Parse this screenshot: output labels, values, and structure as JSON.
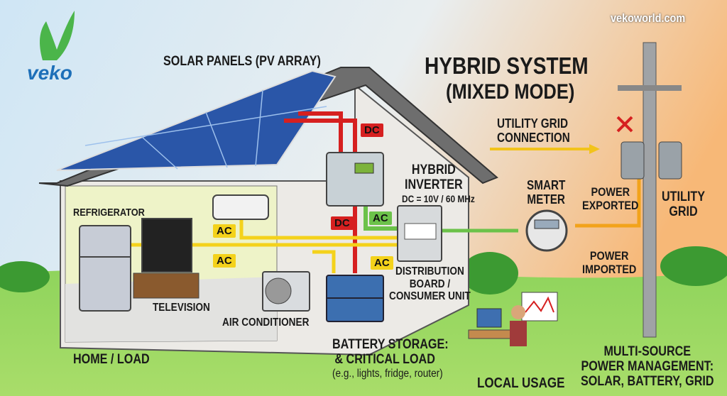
{
  "brand": {
    "logo_text": "veko",
    "website": "vekoworld.com"
  },
  "title": {
    "line1": "HYBRID SYSTEM",
    "line2": "(MIXED MODE)"
  },
  "labels": {
    "solar_panels": "SOLAR PANELS (PV ARRAY)",
    "utility_grid_connection_1": "UTILITY GRID",
    "utility_grid_connection_2": "CONNECTION",
    "hybrid_inverter_1": "HYBRID",
    "hybrid_inverter_2": "INVERTER",
    "inverter_spec": "DC = 10V / 60 MHz",
    "smart_meter_1": "SMART",
    "smart_meter_2": "METER",
    "power_exported_1": "POWER",
    "power_exported_2": "EXPORTED",
    "power_imported_1": "POWER",
    "power_imported_2": "IMPORTED",
    "utility_grid_1": "UTILITY",
    "utility_grid_2": "GRID",
    "refrigerator": "REFRIGERATOR",
    "television": "TELEVISION",
    "air_conditioner": "AIR CONDITIONER",
    "distribution_1": "DISTRIBUTION",
    "distribution_2": "BOARD /",
    "distribution_3": "CONSUMER UNIT",
    "home_load": "HOME / LOAD",
    "battery_1": "BATTERY STORAGE:",
    "battery_2": "& CRITICAL LOAD",
    "battery_3": "(e.g., lights, fridge, router)",
    "local_usage": "LOCAL USAGE",
    "multi_1": "MULTI-SOURCE",
    "multi_2": "POWER MANAGEMENT:",
    "multi_3": "SOLAR, BATTERY, GRID"
  },
  "badges": {
    "dc": "DC",
    "ac": "AC"
  },
  "colors": {
    "dc": "#d62020",
    "ac": "#f4d21b",
    "ac_green": "#6cc24a",
    "export": "#f2a31b"
  }
}
